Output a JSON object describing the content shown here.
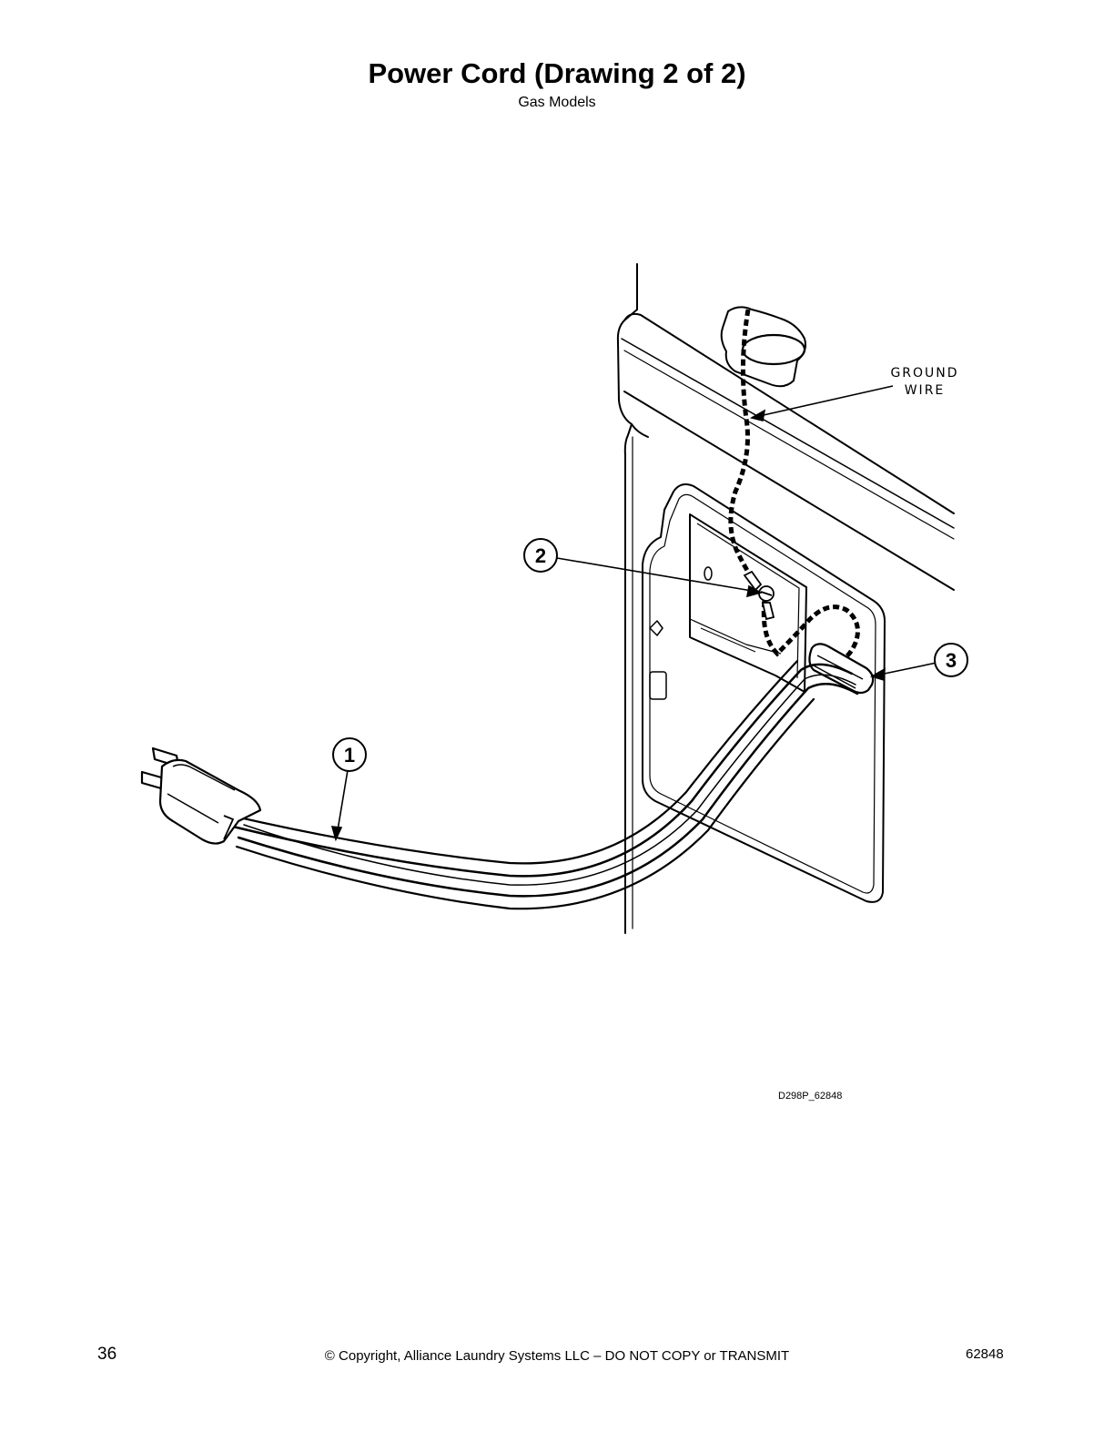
{
  "header": {
    "title": "Power Cord (Drawing 2 of 2)",
    "subtitle": "Gas Models"
  },
  "drawing": {
    "callouts": [
      "1",
      "2",
      "3"
    ],
    "ground_label_line1": "GROUND",
    "ground_label_line2": "WIRE",
    "drawing_id": "D298P_62848"
  },
  "footer": {
    "page_number": "36",
    "copyright": "© Copyright, Alliance Laundry Systems LLC – DO NOT COPY or TRANSMIT",
    "doc_number": "62848"
  }
}
